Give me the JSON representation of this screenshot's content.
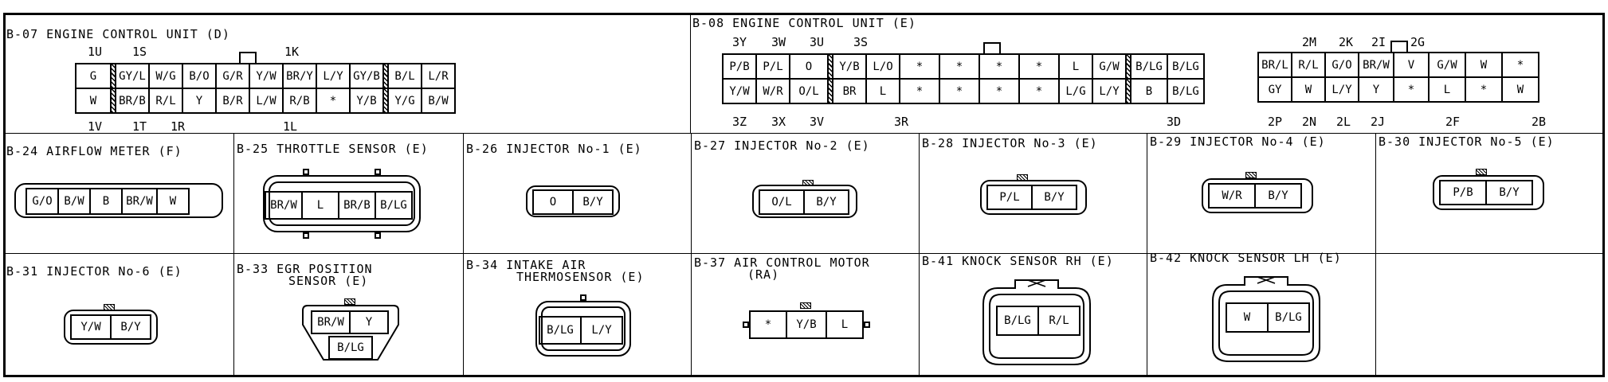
{
  "top": {
    "b07": {
      "title": "B-07 ENGINE CONTROL UNIT (D)",
      "top_labels": [
        "1U",
        "1S",
        "1K"
      ],
      "bottom_labels": [
        "1V",
        "1T",
        "1R",
        "1L"
      ],
      "row1": [
        "G",
        "GY/L",
        "W/G",
        "B/O",
        "G/R",
        "Y/W",
        "BR/Y",
        "L/Y",
        "GY/B",
        "B/L",
        "L/R"
      ],
      "row2": [
        "W",
        "BR/B",
        "R/L",
        "Y",
        "B/R",
        "L/W",
        "R/B",
        "*",
        "Y/B",
        "Y/G",
        "B/W"
      ]
    },
    "b08": {
      "title": "B-08 ENGINE CONTROL UNIT (E)",
      "top_labels": [
        "3Y",
        "3W",
        "3U",
        "3S"
      ],
      "bottom_labels": [
        "3Z",
        "3X",
        "3V",
        "3R",
        "3D"
      ],
      "left_row1": [
        "P/B",
        "P/L",
        "O"
      ],
      "left_row2": [
        "Y/W",
        "W/R",
        "O/L"
      ],
      "mid_row1": [
        "Y/B",
        "L/O",
        "*",
        "*",
        "*",
        "*",
        "L",
        "G/W"
      ],
      "mid_row2": [
        "BR",
        "L",
        "*",
        "*",
        "*",
        "*",
        "L/G",
        "L/Y"
      ],
      "right_row1": [
        "B/LG",
        "B/LG"
      ],
      "right_row2": [
        "B",
        "B/LG"
      ],
      "r_top_labels": [
        "2M",
        "2K",
        "2I",
        "2G"
      ],
      "r_bottom_labels": [
        "2P",
        "2N",
        "2L",
        "2J",
        "2F",
        "2B"
      ],
      "r_row1": [
        "BR/L",
        "R/L",
        "G/O",
        "BR/W",
        "V",
        "G/W",
        "W",
        "*"
      ],
      "r_row2": [
        "GY",
        "W",
        "L/Y",
        "Y",
        "*",
        "L",
        "*",
        "W"
      ]
    }
  },
  "row2": [
    {
      "title": "B-24 AIRFLOW METER (F)",
      "pins": [
        "G/O",
        "B/W",
        "B",
        "BR/W",
        "W"
      ]
    },
    {
      "title": "B-25 THROTTLE SENSOR (E)",
      "pins": [
        "BR/W",
        "L",
        "BR/B",
        "B/LG"
      ]
    },
    {
      "title": "B-26 INJECTOR No-1 (E)",
      "pins": [
        "O",
        "B/Y"
      ]
    },
    {
      "title": "B-27 INJECTOR No-2 (E)",
      "pins": [
        "O/L",
        "B/Y"
      ]
    },
    {
      "title": "B-28 INJECTOR No-3 (E)",
      "pins": [
        "P/L",
        "B/Y"
      ]
    },
    {
      "title": "B-29 INJECTOR No-4 (E)",
      "pins": [
        "W/R",
        "B/Y"
      ]
    },
    {
      "title": "B-30 INJECTOR No-5 (E)",
      "pins": [
        "P/B",
        "B/Y"
      ]
    }
  ],
  "row3": [
    {
      "title": "B-31 INJECTOR No-6 (E)",
      "pins": [
        "Y/W",
        "B/Y"
      ]
    },
    {
      "title": "B-33 EGR POSITION",
      "title2": "SENSOR (E)",
      "pins": [
        "BR/W",
        "Y",
        "B/LG"
      ]
    },
    {
      "title": "B-34 INTAKE AIR",
      "title2": "THERMOSENSOR (E)",
      "pins": [
        "B/LG",
        "L/Y"
      ]
    },
    {
      "title": "B-37 AIR CONTROL MOTOR",
      "title2": "(RA)",
      "pins": [
        "*",
        "Y/B",
        "L"
      ]
    },
    {
      "title": "B-41 KNOCK SENSOR RH (E)",
      "pins": [
        "B/LG",
        "R/L"
      ]
    },
    {
      "title": "B-42 KNOCK SENSOR LH (E)",
      "pins": [
        "W",
        "B/LG"
      ]
    }
  ]
}
